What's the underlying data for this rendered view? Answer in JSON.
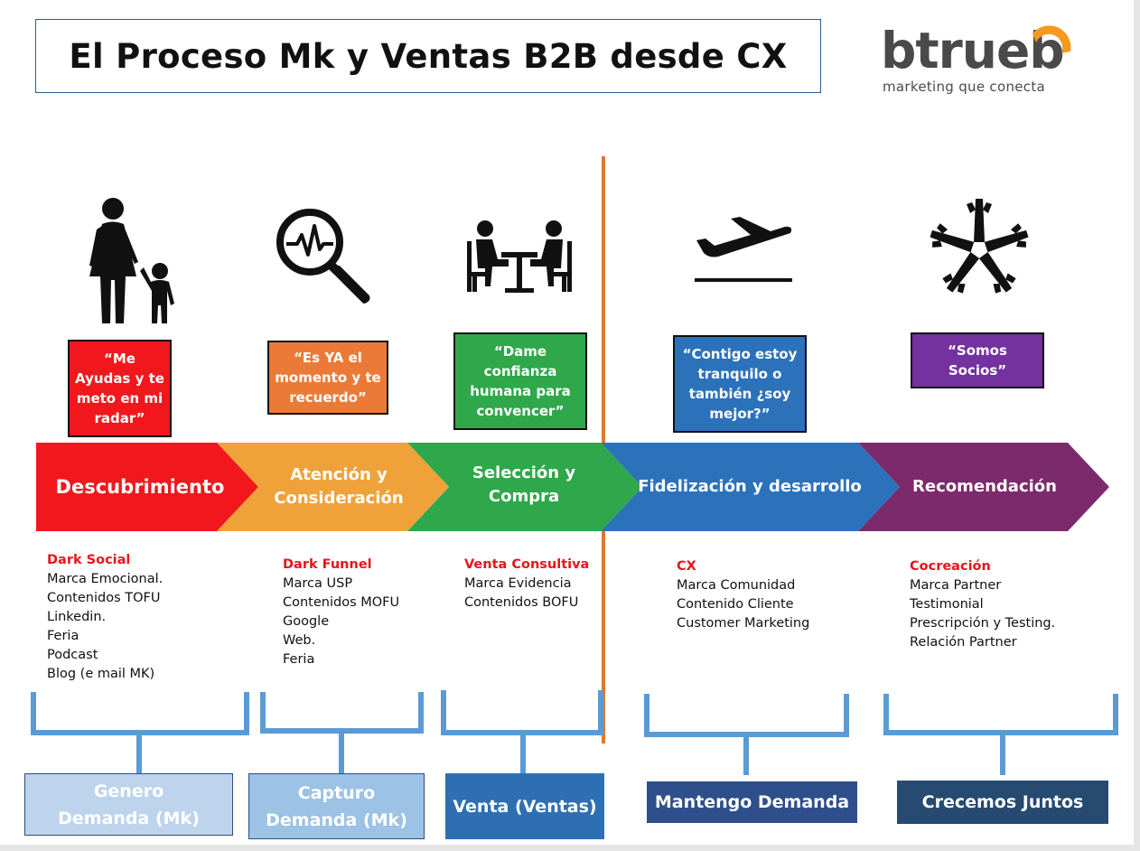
{
  "title": "El Proceso Mk y Ventas B2B desde CX",
  "logo": {
    "word": "btrueb",
    "tagline": "marketing que conecta"
  },
  "colors": {
    "red": "#f2171c",
    "orange": "#f0a23a",
    "green": "#2ea84a",
    "blue": "#2c72bb",
    "purple": "#7b2a6b",
    "quote_orange": "#ec7a37",
    "quote_purple": "#7431a0",
    "divider": "#e0782c",
    "bracket": "#5b9bd5"
  },
  "icons": [
    "mother-child-icon",
    "magnifier-pulse-icon",
    "meeting-table-icon",
    "airplane-takeoff-icon",
    "hands-circle-icon"
  ],
  "quotes": [
    "“Me Ayudas y te meto en mi radar”",
    "“Es YA el momento y te recuerdo”",
    "“Dame confianza humana para convencer”",
    "“Contigo estoy tranquilo o también ¿soy mejor?”",
    "“Somos Socios”"
  ],
  "stages": [
    "Descubrimiento",
    "Atención y Consideración",
    "Selección y Compra",
    "Fidelización y desarrollo",
    "Recomendación"
  ],
  "lists": [
    {
      "header": "Dark Social",
      "items": [
        "Marca Emocional.",
        "Contenidos TOFU",
        "Linkedin.",
        "Feria",
        "Podcast",
        "Blog (e mail MK)"
      ]
    },
    {
      "header": "Dark Funnel",
      "items": [
        "Marca USP",
        "Contenidos MOFU",
        "Google",
        "Web.",
        "Feria"
      ]
    },
    {
      "header": "Venta Consultiva",
      "items": [
        "Marca Evidencia",
        "Contenidos BOFU"
      ]
    },
    {
      "header": "CX",
      "items": [
        "Marca Comunidad",
        "Contenido Cliente",
        "Customer Marketing"
      ]
    },
    {
      "header": "Cocreación",
      "items": [
        "Marca Partner",
        "Testimonial",
        "Prescripción y Testing.",
        "Relación Partner"
      ]
    }
  ],
  "outcomes": [
    "Genero Demanda (Mk)",
    "Capturo Demanda (Mk)",
    "Venta (Ventas)",
    "Mantengo Demanda",
    "Crecemos Juntos"
  ]
}
